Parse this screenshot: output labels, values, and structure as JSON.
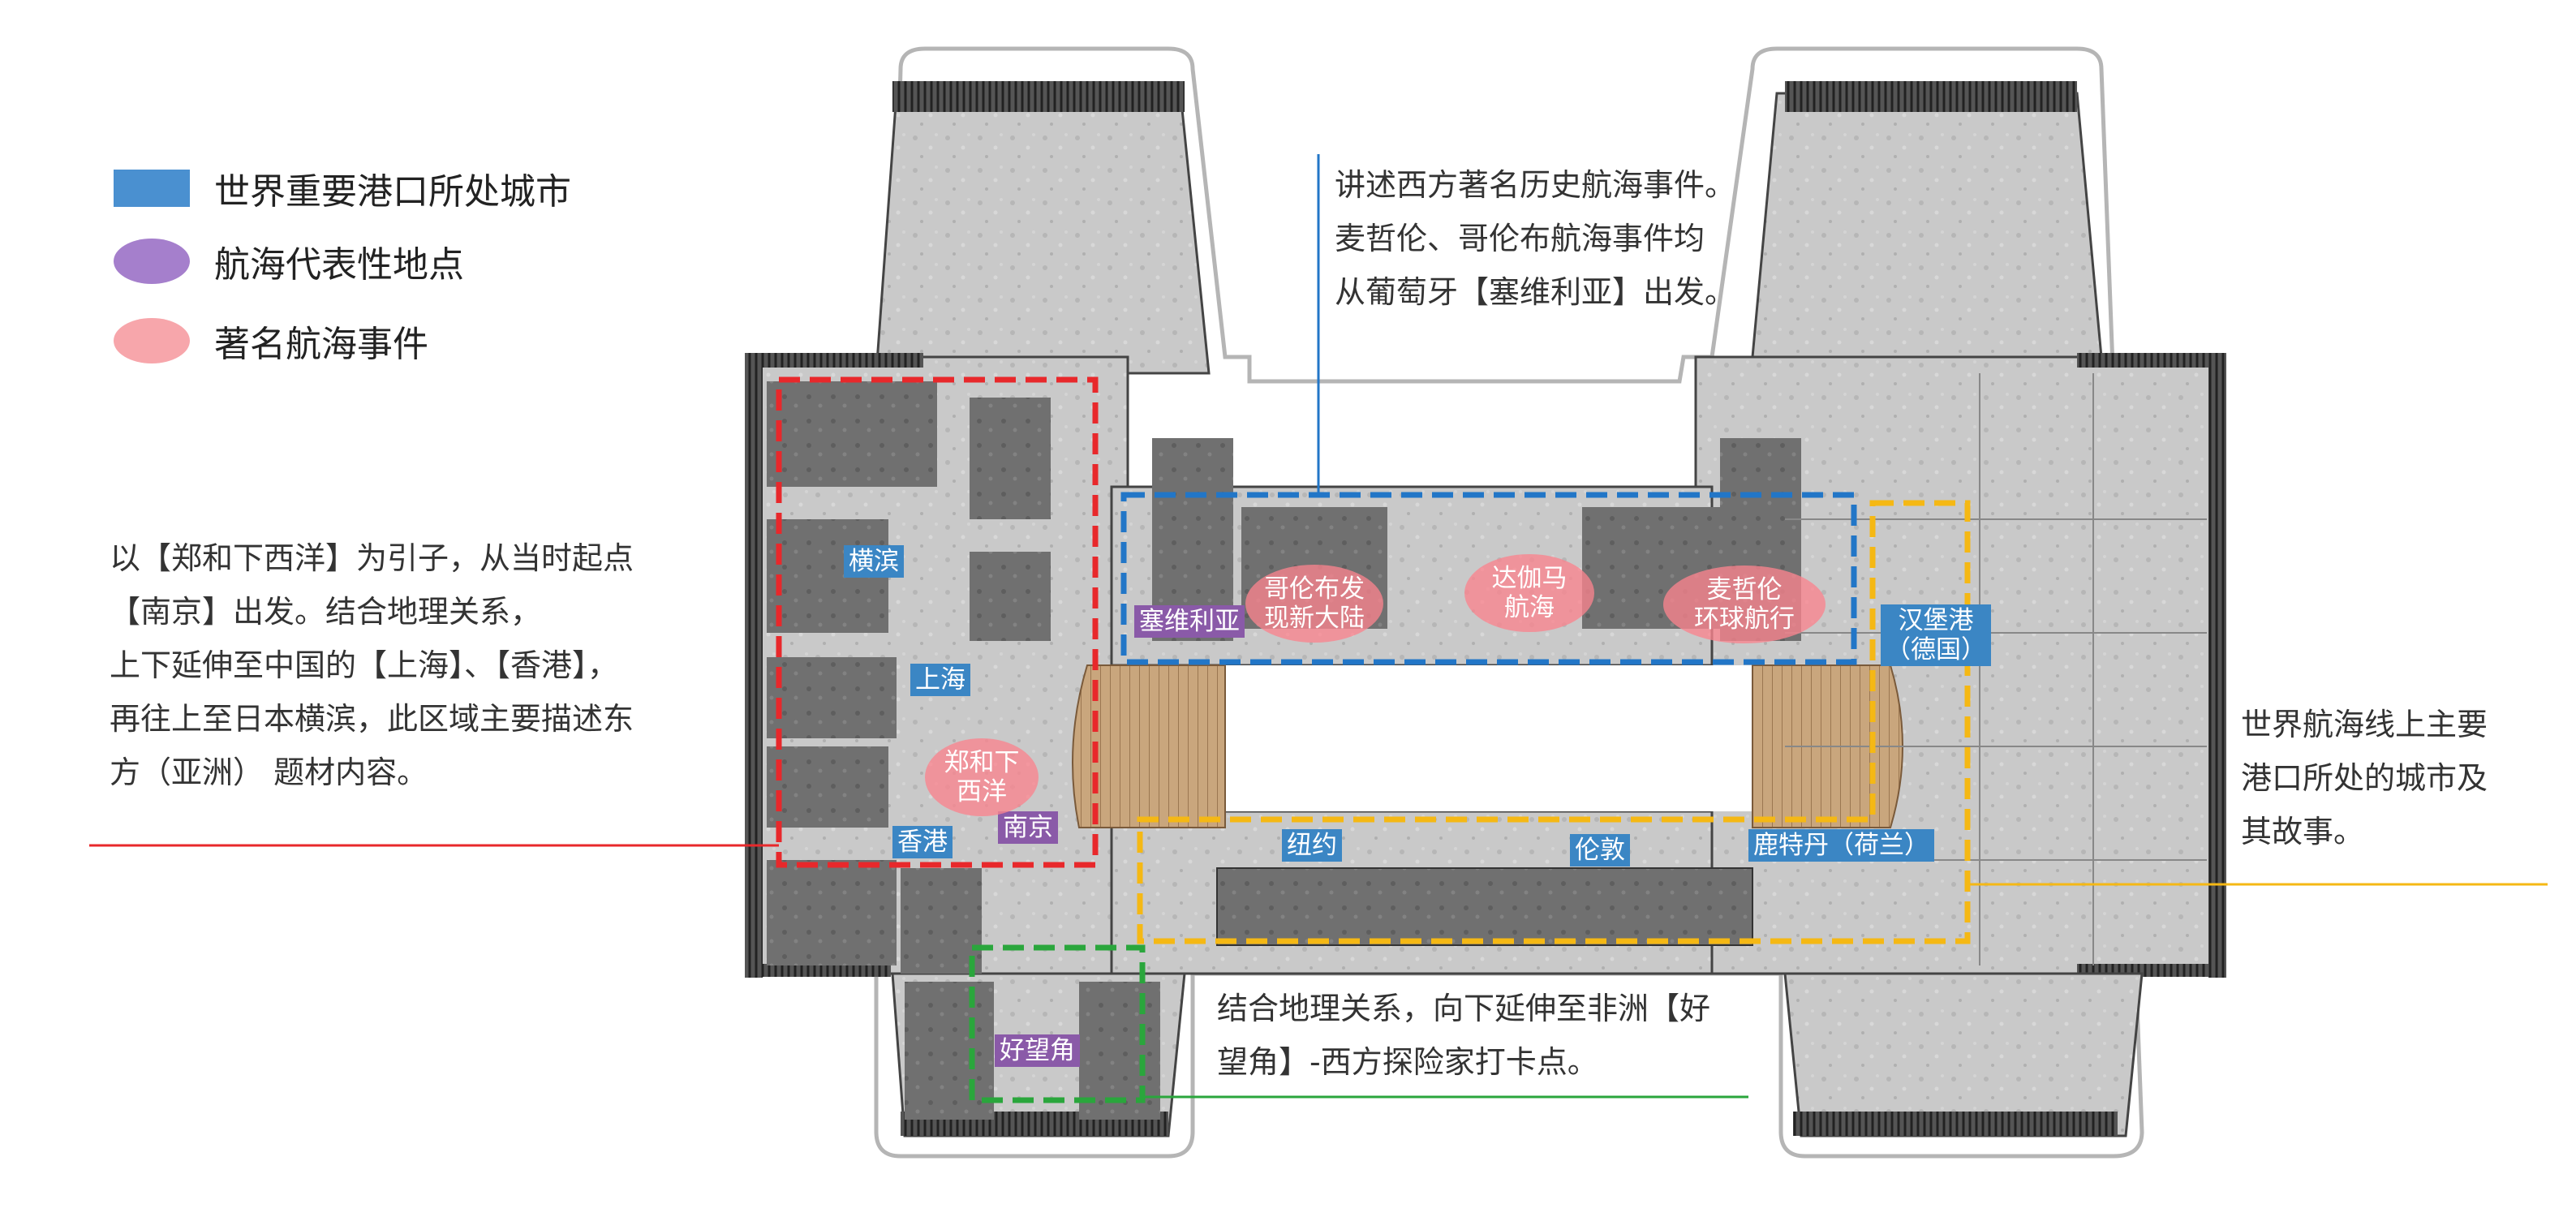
{
  "legend": [
    {
      "label": "世界重要港口所处城市",
      "color": "#4a90d0",
      "shape": "rectangle"
    },
    {
      "label": "航海代表性地点",
      "color": "#a57fcc",
      "shape": "ellipse"
    },
    {
      "label": "著名航海事件",
      "color": "#f7a6ab",
      "shape": "ellipse"
    }
  ],
  "colors": {
    "red_zone": "#e8282b",
    "blue_zone": "#2276c7",
    "yellow_zone": "#f5b814",
    "green_zone": "#2aa63c",
    "city_label": "#3b86c4",
    "place_label": "#8a5aa8",
    "event_ellipse": "#f9848e"
  },
  "annotations": {
    "top": [
      "讲述西方著名历史航海事件。",
      "麦哲伦、哥伦布航海事件均",
      "从葡萄牙【塞维利亚】出发。"
    ],
    "left": [
      "以【郑和下西洋】为引子，从当时起点",
      "【南京】出发。结合地理关系，",
      "上下延伸至中国的【上海】、【香港】，",
      "再往上至日本横滨，此区域主要描述东",
      "方（亚洲） 题材内容。"
    ],
    "right": [
      "世界航海线上主要",
      "港口所处的城市及",
      "其故事。"
    ],
    "bottom": [
      "结合地理关系，向下延伸至非洲【好",
      "望角】-西方探险家打卡点。"
    ]
  },
  "cities": {
    "yokohama": "横滨",
    "shanghai": "上海",
    "hongkong": "香港",
    "newyork": "纽约",
    "london": "伦敦",
    "rotterdam": "鹿特丹（荷兰）",
    "hamburg": [
      "汉堡港",
      "（德国）"
    ]
  },
  "places": {
    "nanjing": "南京",
    "seville": "塞维利亚",
    "cape": "好望角"
  },
  "events": {
    "zhenghe": [
      "郑和下",
      "西洋"
    ],
    "columbus": [
      "哥伦布发",
      "现新大陆"
    ],
    "dagama": [
      "达伽马",
      "航海"
    ],
    "magellan": [
      "麦哲伦",
      "环球航行"
    ]
  }
}
